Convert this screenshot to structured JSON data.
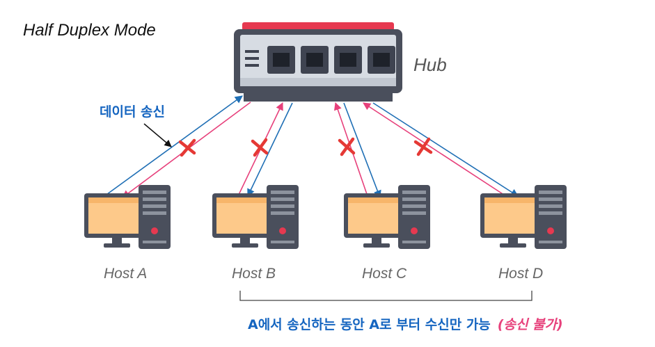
{
  "title": "Half Duplex Mode",
  "hub": {
    "label": "Hub"
  },
  "send_label": "데이터 송신",
  "hosts": [
    "Host A",
    "Host B",
    "Host C",
    "Host D"
  ],
  "caption": {
    "main": "A에서 송신하는 동안 A로 부터 수신만 가능",
    "note": "(송신 불가)"
  },
  "colors": {
    "transmit_line": "#1f6fb5",
    "receive_line": "#e7407b",
    "blocked_mark": "#e53935",
    "hub_top": "#e63950",
    "hub_body": "#d7dce3",
    "port": "#3f4451",
    "monitor_screen": "#fdc98a",
    "tower": "#4a4f5c"
  }
}
